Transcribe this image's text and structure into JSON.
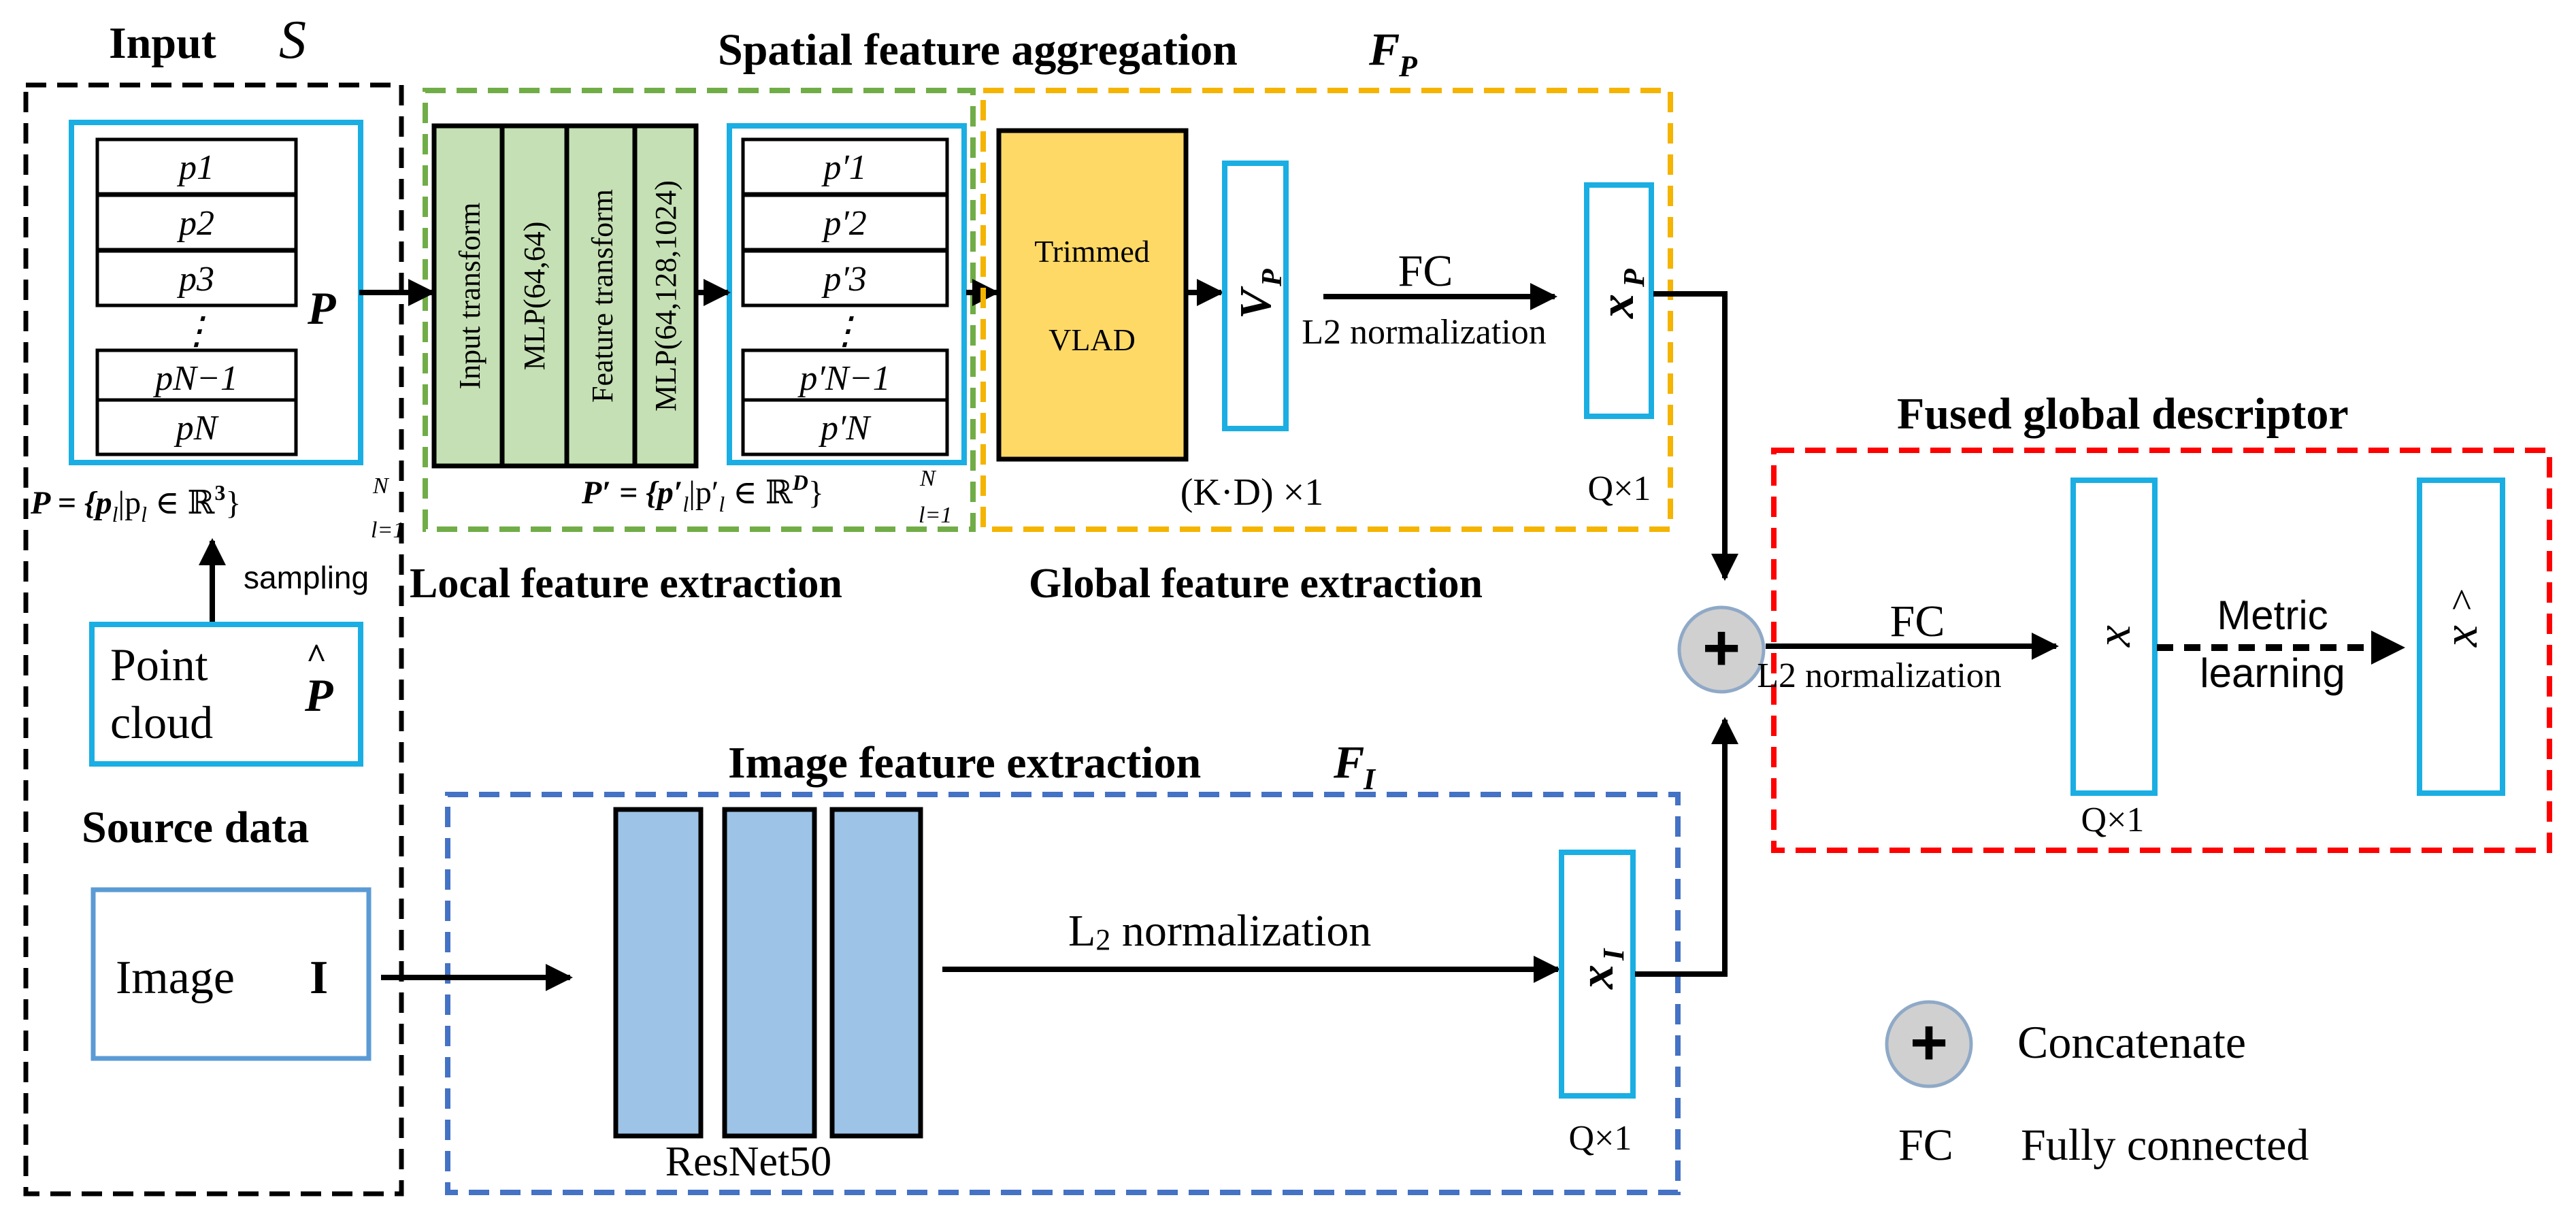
{
  "input": {
    "title": "Input",
    "symbol": "S"
  },
  "source_data": {
    "title": "Source data"
  },
  "point_list": [
    "p1",
    "p2",
    "p3",
    "⋮",
    "pN−1",
    "pN"
  ],
  "point_list_prime": [
    "p′1",
    "p′2",
    "p′3",
    "⋮",
    "p′N−1",
    "p′N"
  ],
  "labels": {
    "P": "P",
    "P_def_lhs": "P = {p",
    "P_def_cond": "|p",
    "P_def_rhs": " ∈ ℝ",
    "P_def_exp": "3",
    "P_def_close": "}",
    "P_def_sup": "N",
    "P_def_sub": "l=1",
    "P_def_l": "l",
    "Pp_def_lhs": "P′ = {p′",
    "Pp_def_cond": "|p′",
    "Pp_def_rhs": " ∈ ℝ",
    "Pp_def_exp": "D",
    "Pp_def_close": "}",
    "Pp_def_sup": "N",
    "Pp_def_sub": "l=1",
    "Pp_def_l": "l",
    "sampling": "sampling",
    "point_cloud_1": "Point",
    "point_cloud_2": "cloud",
    "P_hat": "P",
    "image": "Image",
    "image_symbol": "I"
  },
  "local": {
    "title": "Local feature extraction",
    "columns": [
      "Input transform",
      "MLP(64,64)",
      "Feature transform",
      "MLP(64,128,1024)"
    ]
  },
  "spatial": {
    "title": "Spatial feature aggregation",
    "symbol": "F",
    "symbol_sub": "P"
  },
  "global": {
    "title": "Global feature extraction",
    "vlad_1": "Trimmed",
    "vlad_2": "VLAD",
    "vp": "V",
    "vp_sub": "P",
    "fc": "FC",
    "l2": "L2 normalization",
    "xp": "x",
    "xp_sub": "P",
    "kd": "(K·D) ×1",
    "q1": "Q×1"
  },
  "image_branch": {
    "title": "Image feature extraction",
    "symbol": "F",
    "symbol_sub": "I",
    "l2_a": "L",
    "l2_sub": "2",
    "l2_b": " normalization",
    "resnet": "ResNet50",
    "xi": "x",
    "xi_sub": "I",
    "q1": "Q×1"
  },
  "fused": {
    "title": "Fused global descriptor",
    "fc": "FC",
    "l2": "L2 normalization",
    "x": "x",
    "x_hat": "x",
    "metric_1": "Metric",
    "metric_2": "learning",
    "q1": "Q×1"
  },
  "legend": {
    "concat": "Concatenate",
    "fc_abbr": "FC",
    "fc_full": "Fully connected",
    "plus": "+"
  },
  "colors": {
    "cyan": "#1aaee3",
    "green_dash": "#70ad47",
    "green_fill": "#c5e0b4",
    "orange_dash": "#f4b400",
    "vlad_fill": "#ffd966",
    "blue_dash": "#4472c4",
    "resnet_fill": "#9dc3e6",
    "red_dash": "#ff0000",
    "image_box": "#5b9bd5",
    "circle_fill": "#d0d0d0"
  }
}
